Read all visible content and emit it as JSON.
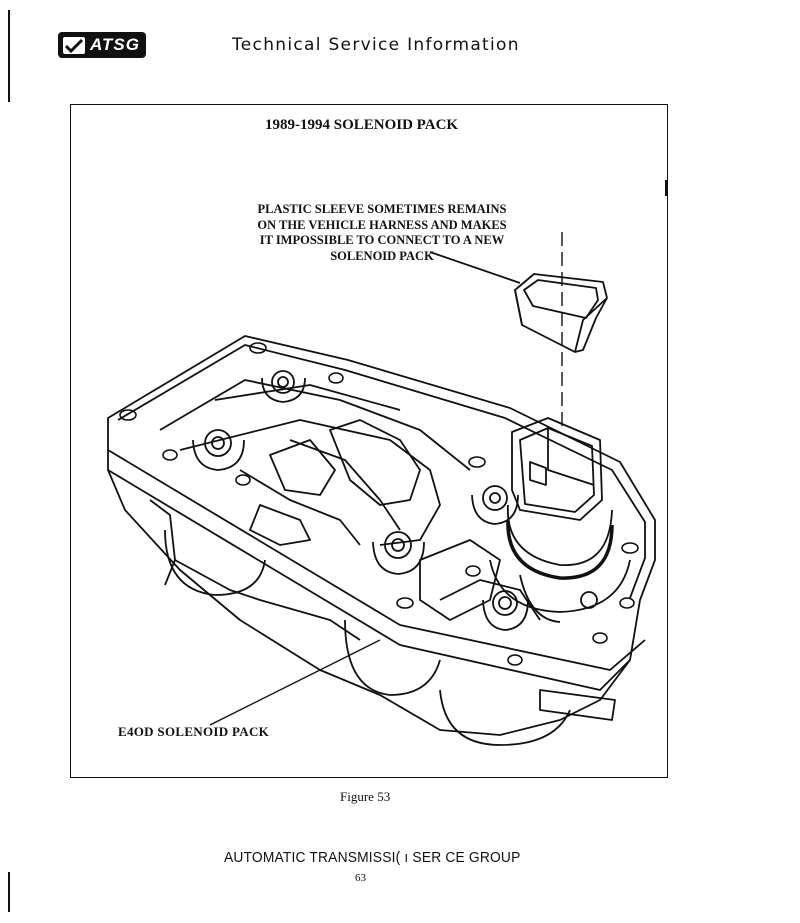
{
  "header": {
    "logo_text": "ATSG",
    "title": "Technical Service Information"
  },
  "figure": {
    "title": "1989-1994 SOLENOID PACK",
    "callout_lines": [
      "PLASTIC SLEEVE SOMETIMES REMAINS",
      "ON THE VEHICLE HARNESS AND MAKES",
      "IT IMPOSSIBLE TO CONNECT TO A NEW",
      "SOLENOID PACK"
    ],
    "part_label": "E4OD SOLENOID PACK",
    "caption": "Figure 53"
  },
  "footer": {
    "text": "AUTOMATIC TRANSMISSI( ı SER  CE GROUP",
    "page_number": "63"
  }
}
